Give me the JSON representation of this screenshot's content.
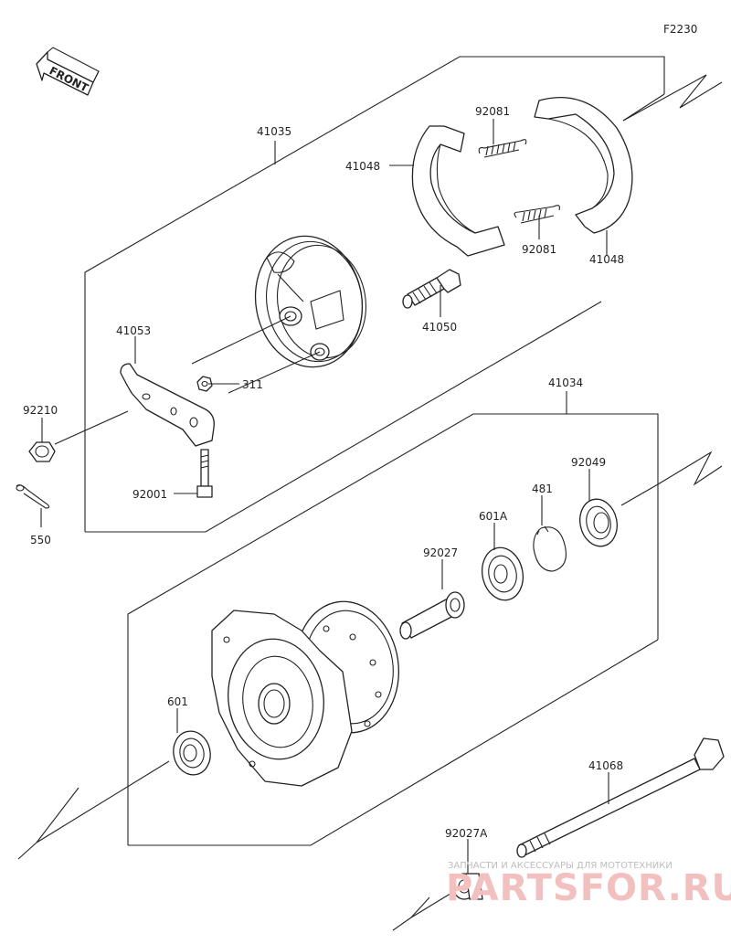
{
  "figure_code": "F2230",
  "front_label": "FRONT",
  "parts": [
    {
      "key": "p41035",
      "number": "41035"
    },
    {
      "key": "p41048a",
      "number": "41048"
    },
    {
      "key": "p41048b",
      "number": "41048"
    },
    {
      "key": "p92081a",
      "number": "92081"
    },
    {
      "key": "p92081b",
      "number": "92081"
    },
    {
      "key": "p41050",
      "number": "41050"
    },
    {
      "key": "p41053",
      "number": "41053"
    },
    {
      "key": "p311",
      "number": "311"
    },
    {
      "key": "p92210",
      "number": "92210"
    },
    {
      "key": "p92001",
      "number": "92001"
    },
    {
      "key": "p550",
      "number": "550"
    },
    {
      "key": "p41034",
      "number": "41034"
    },
    {
      "key": "p92049",
      "number": "92049"
    },
    {
      "key": "p481",
      "number": "481"
    },
    {
      "key": "p601A",
      "number": "601A"
    },
    {
      "key": "p92027",
      "number": "92027"
    },
    {
      "key": "p601",
      "number": "601"
    },
    {
      "key": "p41068",
      "number": "41068"
    },
    {
      "key": "p92027A",
      "number": "92027A"
    }
  ],
  "watermark": {
    "tagline": "ЗАПЧАСТИ И АКСЕССУАРЫ ДЛЯ МОТОТЕХНИКИ",
    "brand": "PARTSFOR.RU"
  }
}
